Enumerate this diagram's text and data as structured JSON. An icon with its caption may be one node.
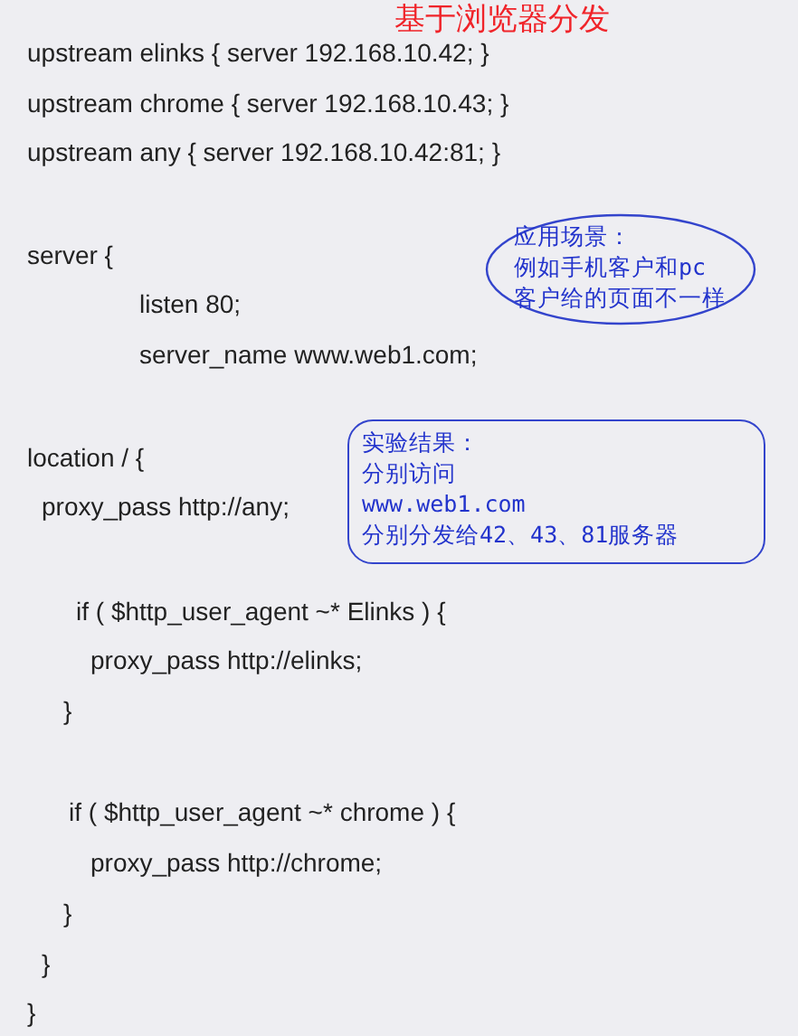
{
  "diagram": {
    "title": "基于浏览器分发",
    "nodes": [
      {
        "text": [
          "应用场景：",
          "例如手机客户和pc客户给的页面不一样"
        ]
      },
      {
        "text": [
          "实验结果：",
          "分别访问",
          "www.web1.com",
          "分别分发给42、43、81服务器"
        ]
      }
    ],
    "edges": [],
    "labels": [
      "upstream elinks { server 192.168.10.42; }",
      "upstream chrome { server 192.168.10.43; }",
      "upstream any { server 192.168.10.42:81; }",
      "server {",
      "listen 80;",
      "server_name www.web1.com;",
      "location / {",
      "proxy_pass http://any;",
      "if ( $http_user_agent ~* Elinks ) {",
      "proxy_pass http://elinks;",
      "}",
      "if ( $http_user_agent ~* chrome ) {",
      "proxy_pass http://chrome;",
      "}",
      "}",
      "}"
    ]
  }
}
